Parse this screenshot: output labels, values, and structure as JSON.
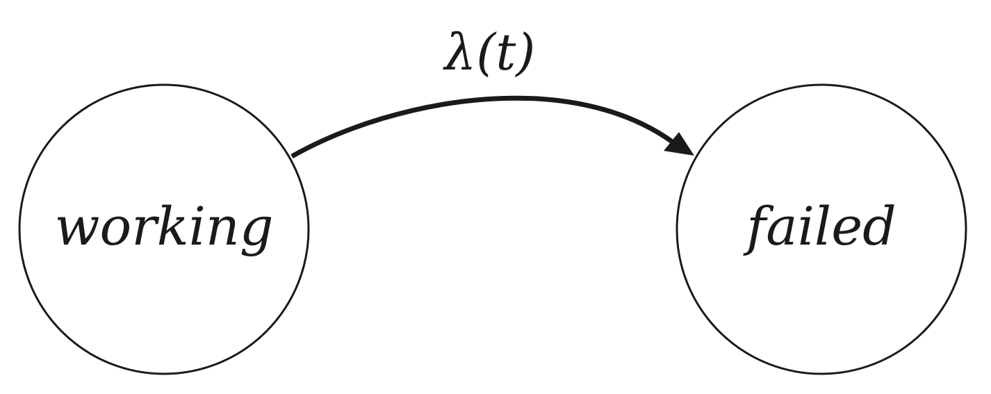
{
  "states": {
    "working": {
      "label": "working"
    },
    "failed": {
      "label": "failed"
    }
  },
  "transition": {
    "from": "working",
    "to": "failed",
    "label": "λ(t)"
  }
}
